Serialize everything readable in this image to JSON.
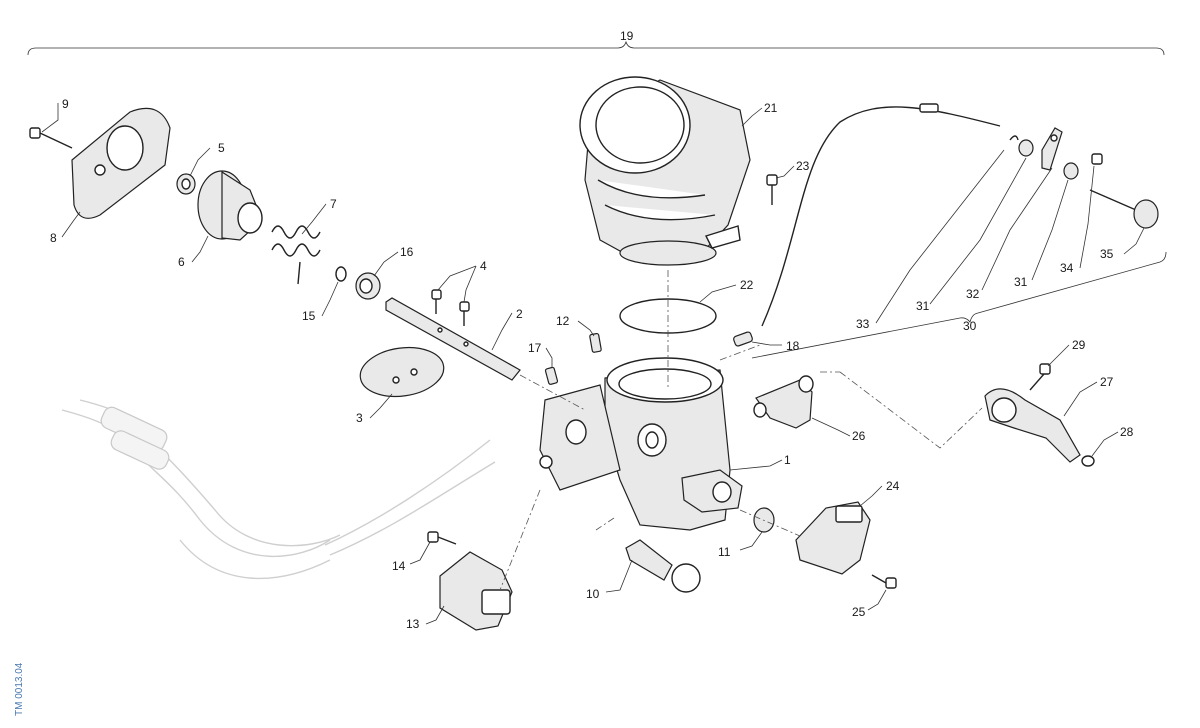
{
  "labels": {
    "p1": "1",
    "p2": "2",
    "p3": "3",
    "p4": "4",
    "p5": "5",
    "p6": "6",
    "p7": "7",
    "p8": "8",
    "p9": "9",
    "p10": "10",
    "p11": "11",
    "p12": "12",
    "p13": "13",
    "p14": "14",
    "p15": "15",
    "p16": "16",
    "p17": "17",
    "p18": "18",
    "p19": "19",
    "p21": "21",
    "p22": "22",
    "p23": "23",
    "p24": "24",
    "p25": "25",
    "p26": "26",
    "p27": "27",
    "p28": "28",
    "p29": "29",
    "p30": "30",
    "p31a": "31",
    "p31b": "31",
    "p32": "32",
    "p33": "33",
    "p34": "34",
    "p35": "35"
  },
  "doc_ref": "TM 0013.04"
}
